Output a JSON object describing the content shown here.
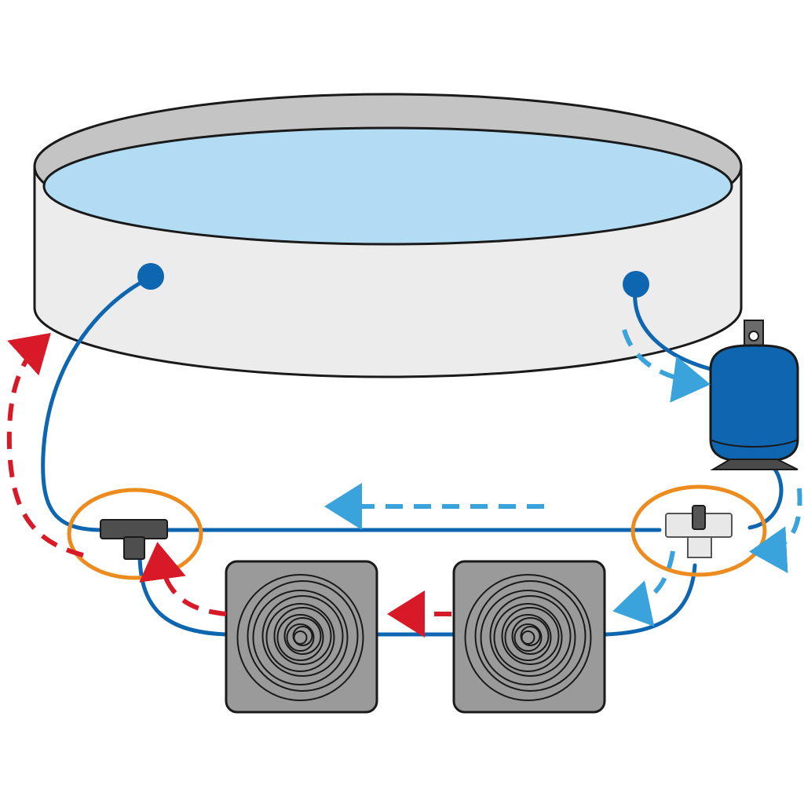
{
  "diagram": {
    "components": {
      "pool": "above-ground-pool",
      "inlet": "pool-inlet-nozzle",
      "outlet": "pool-outlet-nozzle",
      "filter": "sand-filter-pump",
      "bypass": "three-way-bypass-valve",
      "tee": "tee-connector",
      "collectors": [
        "solar-collector-1",
        "solar-collector-2"
      ]
    },
    "flows": {
      "cold": "pool-water-to-filter-and-collectors",
      "heated": "collector-warm-water-back-to-pool"
    },
    "colors": {
      "water": "#b2dcf4",
      "pool_wall": "#ececec",
      "pool_rim": "#c4c4c4",
      "pipe": "#0e65b0",
      "filter": "#0e65b0",
      "collector": "#9a9a9a",
      "cold_flow_arrow": "#3aa3dc",
      "warm_flow_arrow": "#d81a28",
      "highlight_ring": "#ed8b1f",
      "outline": "#1a1a1a"
    }
  }
}
